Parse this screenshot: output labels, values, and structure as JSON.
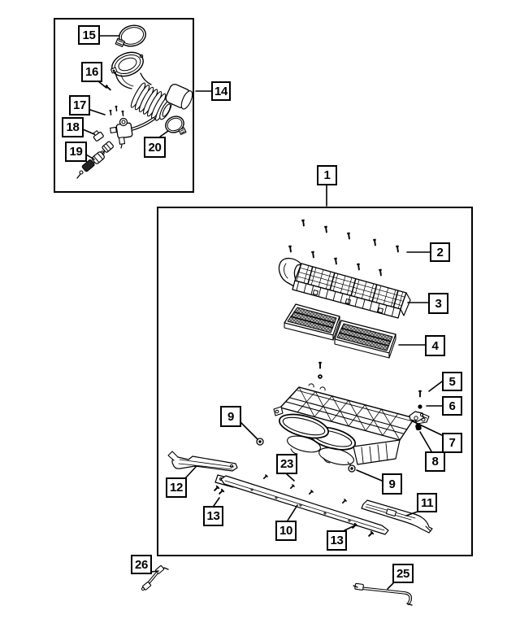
{
  "colors": {
    "background": "#ffffff",
    "ink": "#000000",
    "callout_border": "#000000"
  },
  "callouts": {
    "c1": "1",
    "c2": "2",
    "c3": "3",
    "c4": "4",
    "c5": "5",
    "c6": "6",
    "c7": "7",
    "c8": "8",
    "c9": "9",
    "c10": "10",
    "c11": "11",
    "c12": "12",
    "c13": "13",
    "c14": "14",
    "c15": "15",
    "c16": "16",
    "c17": "17",
    "c18": "18",
    "c19": "19",
    "c20": "20",
    "c23": "23",
    "c25": "25",
    "c26": "26"
  }
}
